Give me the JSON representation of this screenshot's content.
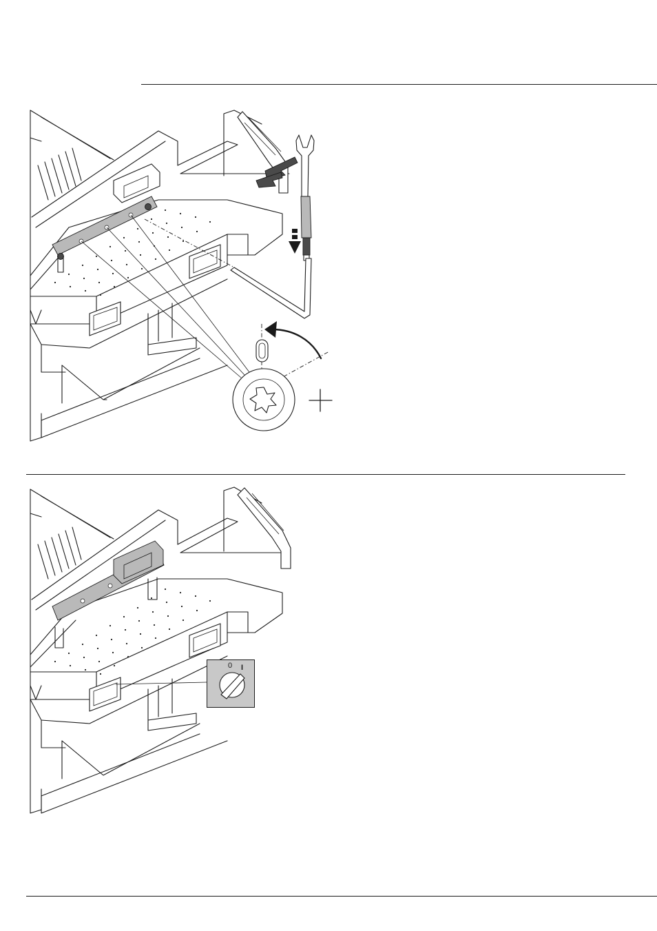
{
  "figure_top": {
    "switch_arrow_symbol": "plus-sign"
  },
  "figure_bottom": {
    "switch_label_off": "0",
    "switch_label_on": "I"
  },
  "icons": [
    "wrench-icon",
    "hex-key-icon",
    "rotate-arrow-icon",
    "down-arrow-icon",
    "main-switch-icon"
  ],
  "colors": {
    "line": "#1a1a1a",
    "panel": "#c8c8c8",
    "shade": "#b9b9b9"
  }
}
